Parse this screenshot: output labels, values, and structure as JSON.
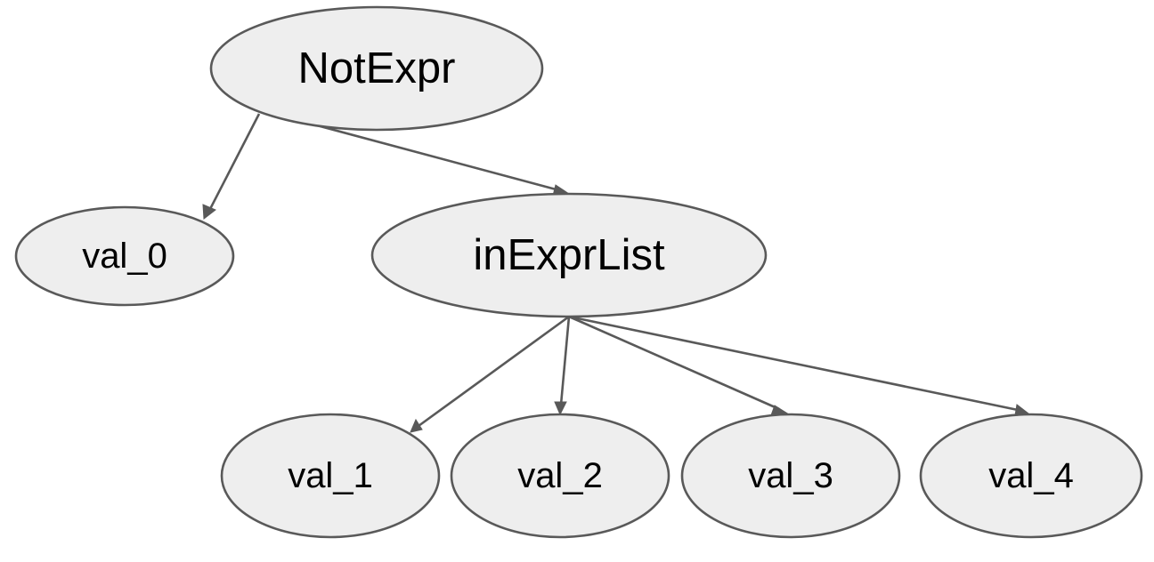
{
  "diagram": {
    "nodes": {
      "not_expr": "NotExpr",
      "in_expr_list": "inExprList",
      "val_0": "val_0",
      "val_1": "val_1",
      "val_2": "val_2",
      "val_3": "val_3",
      "val_4": "val_4"
    },
    "edges": [
      {
        "from": "NotExpr",
        "to": "val_0"
      },
      {
        "from": "NotExpr",
        "to": "inExprList"
      },
      {
        "from": "inExprList",
        "to": "val_1"
      },
      {
        "from": "inExprList",
        "to": "val_2"
      },
      {
        "from": "inExprList",
        "to": "val_3"
      },
      {
        "from": "inExprList",
        "to": "val_4"
      }
    ],
    "colors": {
      "node_fill": "#eeeeee",
      "stroke": "#595959",
      "text": "#000000"
    }
  }
}
